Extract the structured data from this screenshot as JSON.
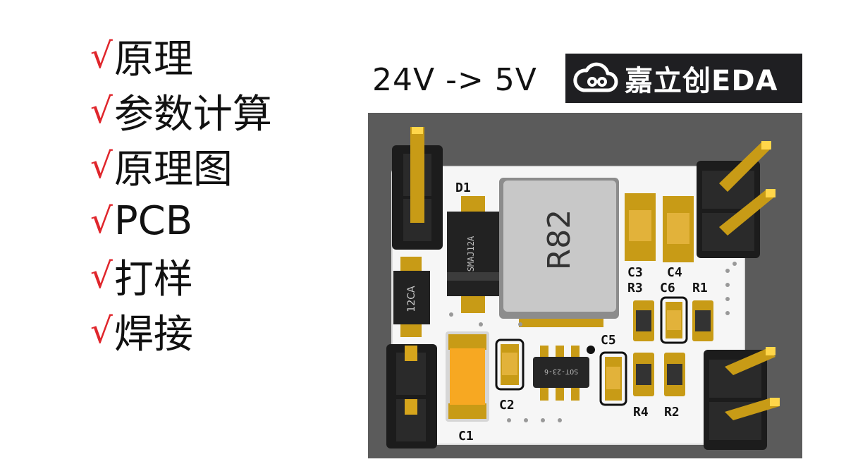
{
  "checklist": {
    "mark": "√",
    "items": [
      "原理",
      "参数计算",
      "原理图",
      "PCB",
      "打样",
      "焊接"
    ],
    "mark_color": "#e0262c"
  },
  "subtitle": "24V -> 5V",
  "logo": {
    "text": "嘉立创EDA",
    "icon": "cloud-icon"
  },
  "pcb": {
    "components": {
      "d1": "D1",
      "d1_part": "SMAJ12A",
      "tvs_part": "12CA",
      "inductor": "R82",
      "c1": "C1",
      "c2": "C2",
      "c3": "C3",
      "c4": "C4",
      "c5": "C5",
      "c6": "C6",
      "r1": "R1",
      "r2": "R2",
      "r3": "R3",
      "r4": "R4",
      "ic_part": "SOT-23-6"
    }
  }
}
